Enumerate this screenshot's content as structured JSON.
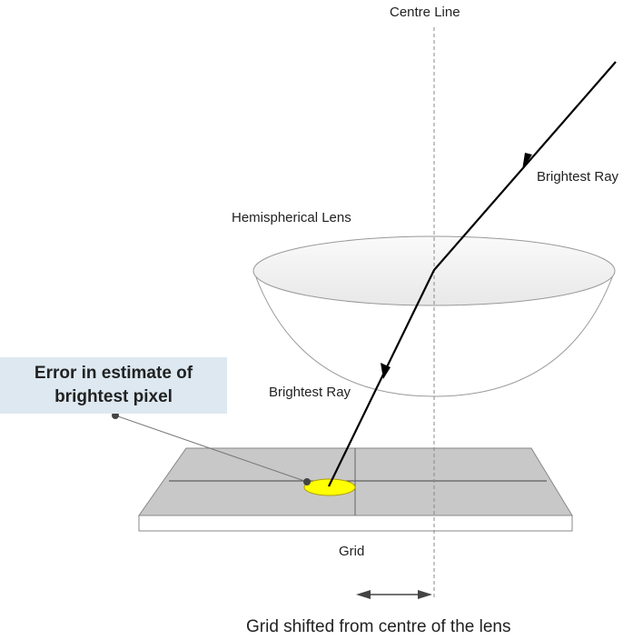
{
  "labels": {
    "centre_line": "Centre Line",
    "brightest_ray_top": "Brightest Ray",
    "hemispherical_lens": "Hemispherical Lens",
    "brightest_ray_bottom": "Brightest Ray",
    "grid": "Grid",
    "caption": "Grid shifted from centre of the lens"
  },
  "callout": {
    "line1": "Error in estimate of",
    "line2": "brightest pixel"
  },
  "colors": {
    "callout_bg": "#dde8f1",
    "spot": "#ffff00",
    "grid_top": "#c8c8c8"
  }
}
